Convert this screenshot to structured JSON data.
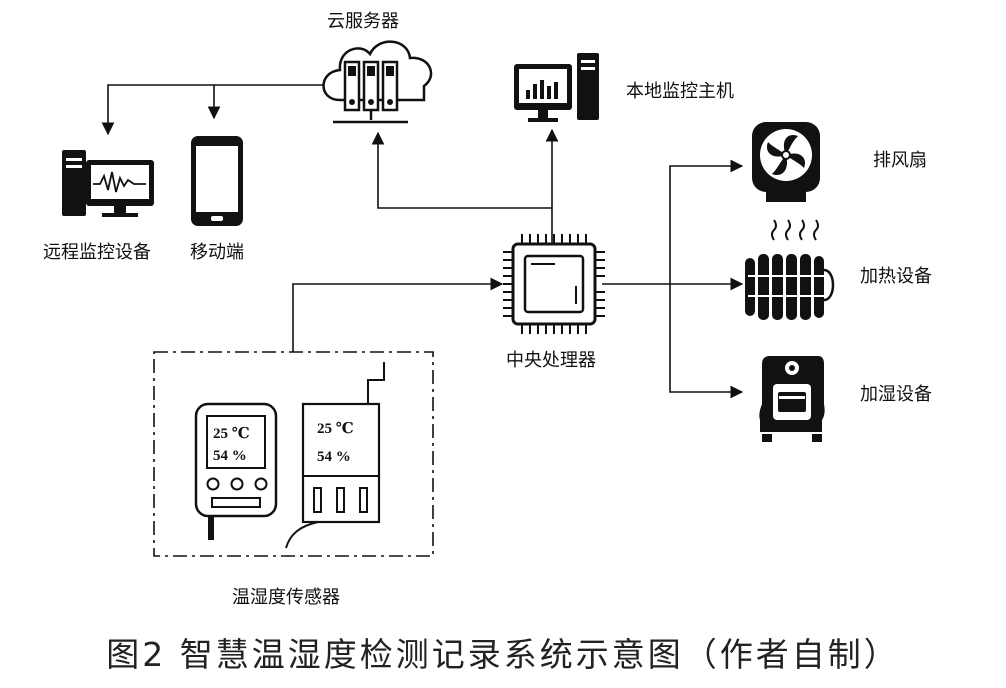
{
  "labels": {
    "cloud_server": "云服务器",
    "local_host": "本地监控主机",
    "remote_device": "远程监控设备",
    "mobile": "移动端",
    "cpu": "中央处理器",
    "sensor": "温湿度传感器",
    "fan": "排风扇",
    "heater": "加热设备",
    "humidifier": "加湿设备"
  },
  "sensor_a": {
    "temperature": "25 ℃",
    "humidity": "54 %"
  },
  "sensor_b": {
    "temperature": "25 ℃",
    "humidity": "54 %"
  },
  "caption": "图2 智慧温湿度检测记录系统示意图（作者自制）",
  "icons": [
    "cloud-server-icon",
    "desktop-computer-icon",
    "remote-monitor-icon",
    "mobile-phone-icon",
    "cpu-chip-icon",
    "fan-icon",
    "heater-icon",
    "humidifier-icon"
  ]
}
